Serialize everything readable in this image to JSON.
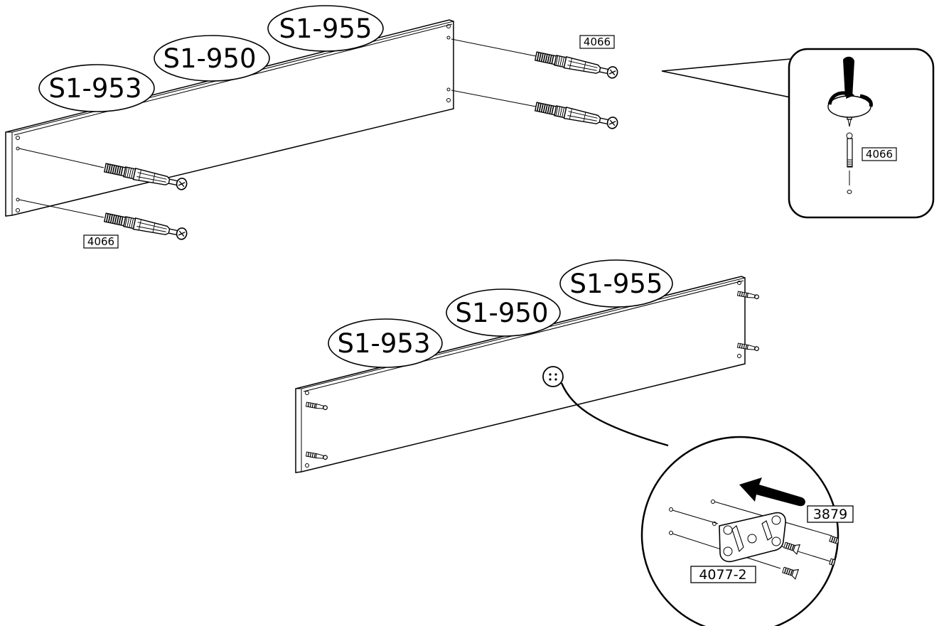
{
  "panel_labels": {
    "top": [
      "S1-955",
      "S1-950",
      "S1-953"
    ],
    "bottom": [
      "S1-955",
      "S1-950",
      "S1-953"
    ]
  },
  "part_codes": {
    "cam_bolt": "4066",
    "screw": "3879",
    "bracket": "4077-2"
  },
  "icons": [
    "screwdriver-icon",
    "rotate-arrow-icon",
    "push-arrow-icon",
    "magnify-hole-icon"
  ],
  "colors": {
    "line": "#000000",
    "background": "#ffffff"
  }
}
